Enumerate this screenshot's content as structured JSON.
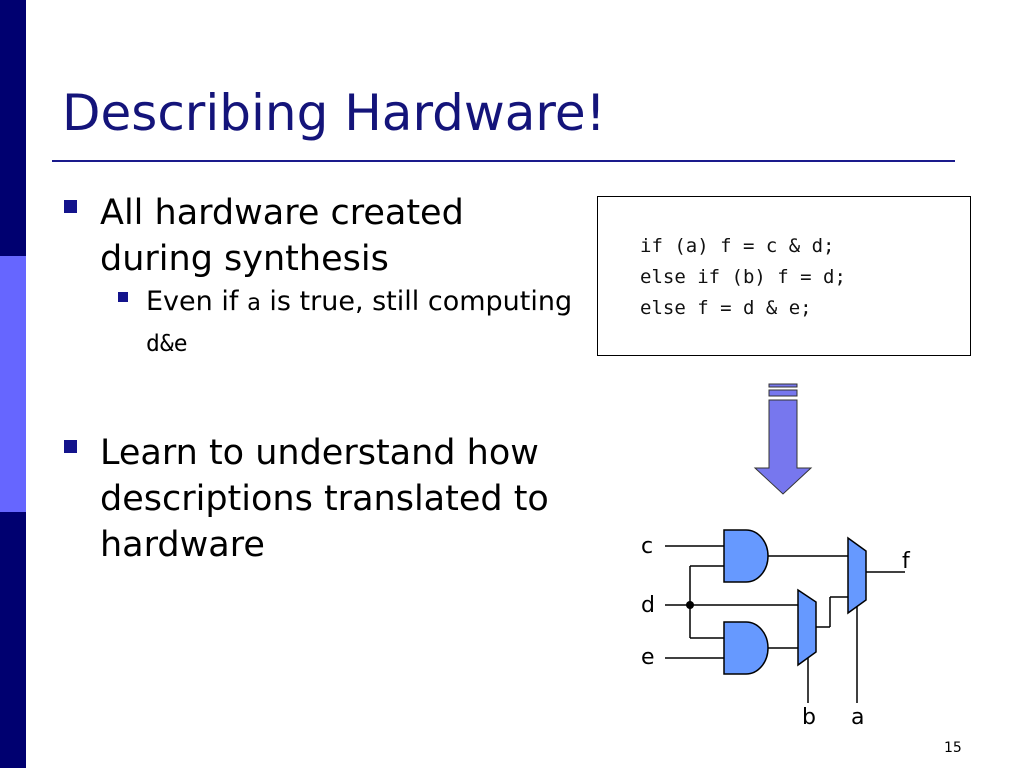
{
  "slide": {
    "title": "Describing Hardware!",
    "page_number": "15",
    "colors": {
      "title": "#14147a",
      "bullet": "#14148c",
      "bar_dark": "#000070",
      "bar_light": "#6666ff",
      "gate_fill": "#6699ff",
      "arrow_fill": "#7777ee"
    }
  },
  "bullets": [
    {
      "text": "All hardware created during synthesis",
      "sub": {
        "part1": "Even if ",
        "code1": "a",
        "part2": " is true, still computing ",
        "code2": "d&e"
      }
    },
    {
      "text": "Learn to understand how descriptions translated to hardware"
    }
  ],
  "code": [
    "if (a) f = c & d;",
    "else if (b) f = d;",
    "else f = d & e;"
  ],
  "circuit": {
    "labels": {
      "c": "c",
      "d": "d",
      "e": "e",
      "f": "f",
      "b": "b",
      "a": "a"
    },
    "arrow_icon": "down-arrow-icon"
  }
}
